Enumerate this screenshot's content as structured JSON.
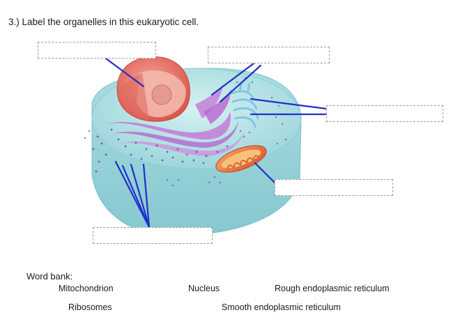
{
  "question": {
    "number": "3.)",
    "text": "Label the organelles in this eukaryotic cell."
  },
  "answer_boxes": [
    {
      "id": "nucleus-label-box",
      "value": ""
    },
    {
      "id": "smooth-er-label-box",
      "value": ""
    },
    {
      "id": "rough-er-label-box",
      "value": ""
    },
    {
      "id": "mitochondrion-label-box",
      "value": ""
    },
    {
      "id": "ribosomes-label-box",
      "value": ""
    }
  ],
  "word_bank": {
    "title": "Word bank:",
    "terms": [
      "Mitochondrion",
      "Nucleus",
      "Rough endoplasmic reticulum",
      "Ribosomes",
      "Smooth endoplasmic reticulum"
    ]
  },
  "colors": {
    "cytoplasm": "#aee0e3",
    "nucleus": "#e8766a",
    "nucleolus": "#e59a8f",
    "er": "#c47ad6",
    "golgi": "#7fc8e3",
    "mitochondrion": "#e86f3a",
    "leader_line": "#2030c8",
    "box_border": "#9a9a9a"
  }
}
